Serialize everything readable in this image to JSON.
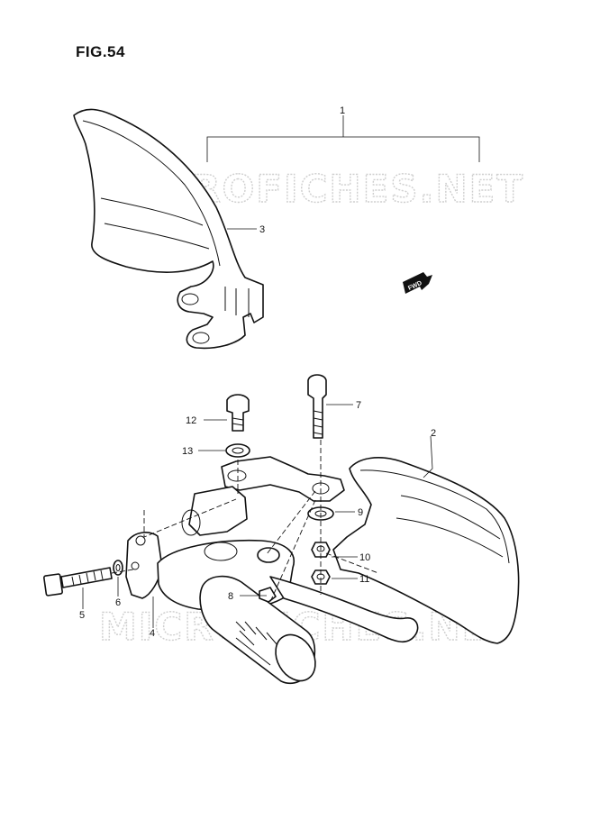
{
  "figure": {
    "title": "FIG.54"
  },
  "watermarks": [
    "MICROFICHES.NET",
    "MICROFICHES.NET"
  ],
  "direction_badge": "FWD",
  "callouts": [
    {
      "id": "1",
      "label": "1"
    },
    {
      "id": "2",
      "label": "2"
    },
    {
      "id": "3",
      "label": "3"
    },
    {
      "id": "4",
      "label": "4"
    },
    {
      "id": "5",
      "label": "5"
    },
    {
      "id": "6",
      "label": "6"
    },
    {
      "id": "7",
      "label": "7"
    },
    {
      "id": "8",
      "label": "8"
    },
    {
      "id": "9",
      "label": "9"
    },
    {
      "id": "10",
      "label": "10"
    },
    {
      "id": "11",
      "label": "11"
    },
    {
      "id": "12",
      "label": "12"
    },
    {
      "id": "13",
      "label": "13"
    }
  ]
}
